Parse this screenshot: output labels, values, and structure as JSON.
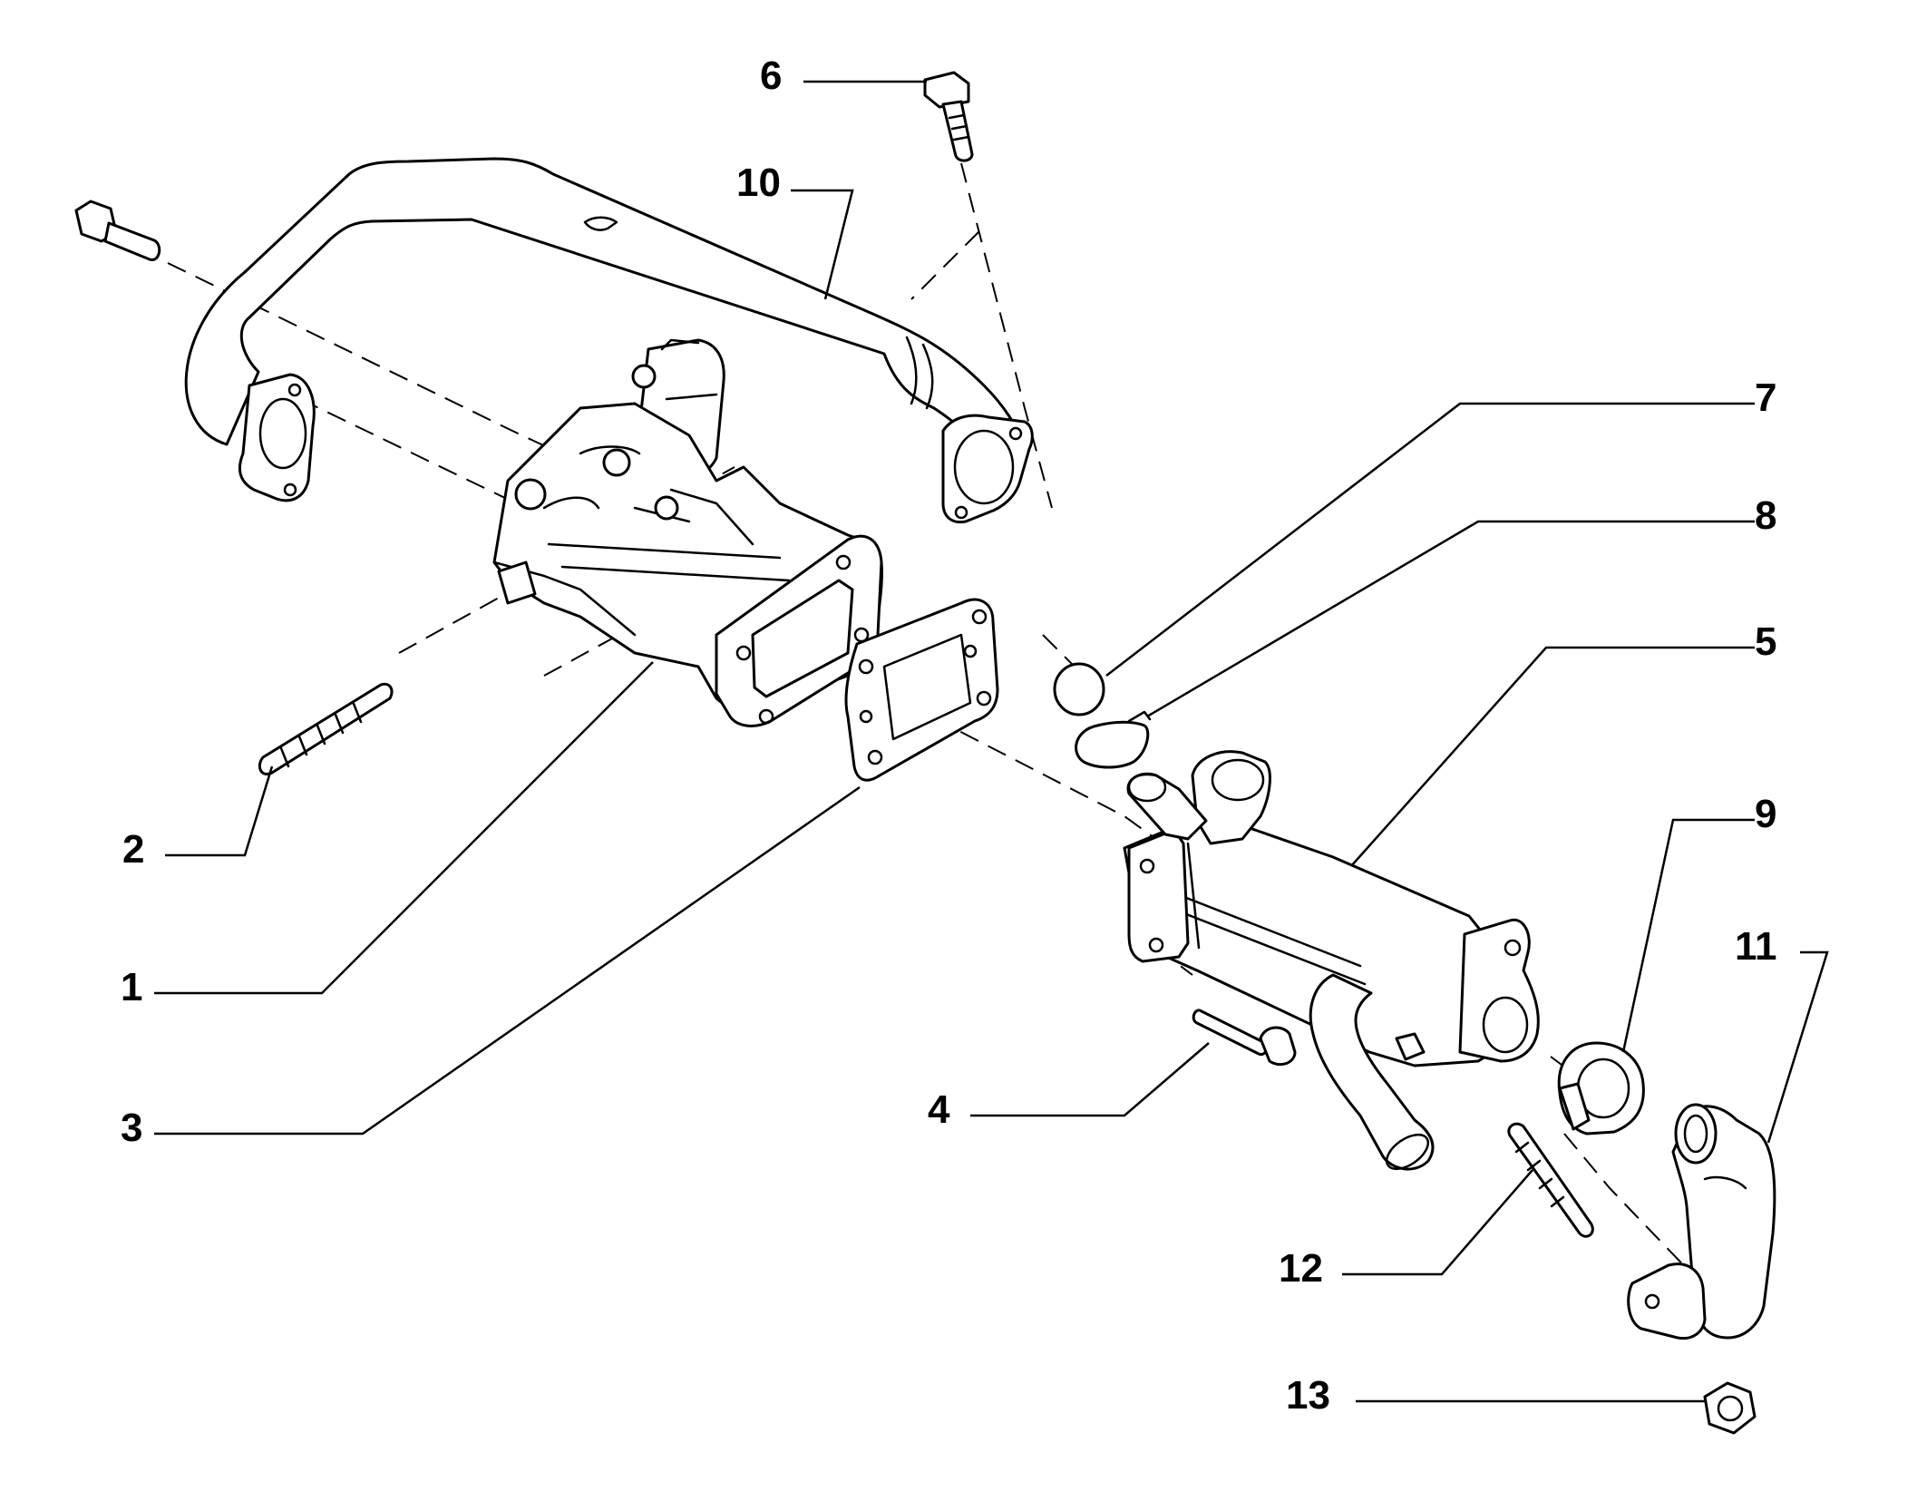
{
  "callouts": [
    {
      "id": "c1",
      "label": "1"
    },
    {
      "id": "c2",
      "label": "2"
    },
    {
      "id": "c3",
      "label": "3"
    },
    {
      "id": "c4",
      "label": "4"
    },
    {
      "id": "c5",
      "label": "5"
    },
    {
      "id": "c6",
      "label": "6"
    },
    {
      "id": "c7",
      "label": "7"
    },
    {
      "id": "c8",
      "label": "8"
    },
    {
      "id": "c9",
      "label": "9"
    },
    {
      "id": "c10",
      "label": "10"
    },
    {
      "id": "c11",
      "label": "11"
    },
    {
      "id": "c12",
      "label": "12"
    },
    {
      "id": "c13",
      "label": "13"
    }
  ]
}
